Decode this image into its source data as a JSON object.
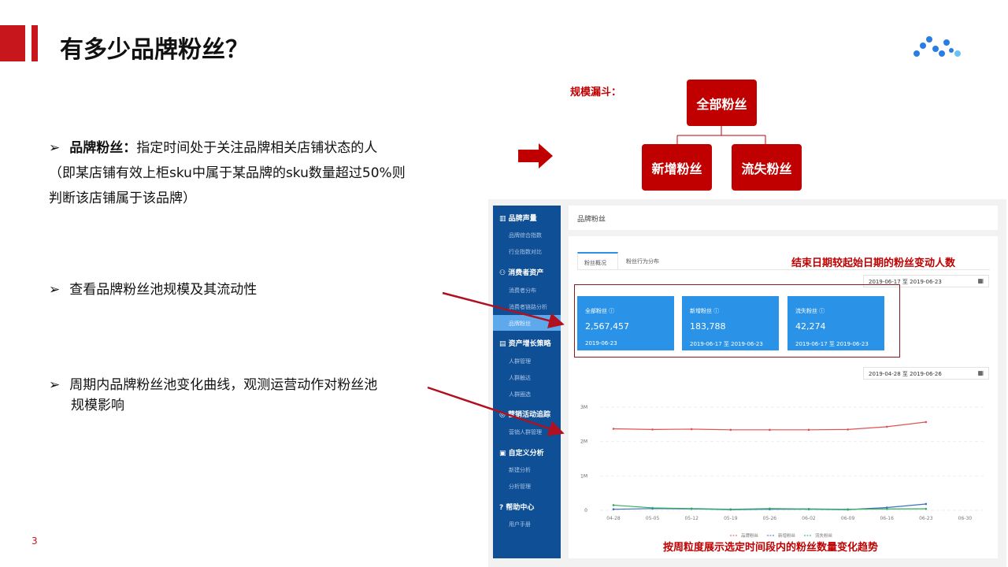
{
  "slide": {
    "title": "有多少品牌粉丝？",
    "page_number": "3",
    "bullets": [
      {
        "marker": "➢",
        "bold": "品牌粉丝：",
        "text": "指定时间处于关注品牌相关店铺状态的人",
        "cont": [
          "（即某店铺有效上柜sku中属于某品牌的sku数量超过50%则",
          "判断该店铺属于该品牌）"
        ]
      },
      {
        "marker": "➢",
        "text": "查看品牌粉丝池规模及其流动性"
      },
      {
        "marker": "➢",
        "text": "周期内品牌粉丝池变化曲线，观测运营动作对粉丝池",
        "cont": [
          "规模影响"
        ]
      }
    ],
    "funnel": {
      "label": "规模漏斗：",
      "top": "全部粉丝",
      "left": "新增粉丝",
      "right": "流失粉丝"
    },
    "notes": {
      "top": "结束日期较起始日期的粉丝变动人数",
      "bottom": "按周粒度展示选定时间段内的粉丝数量变化趋势"
    }
  },
  "app": {
    "sidebar": [
      {
        "group": "品牌声量",
        "icon": "bar-chart-icon",
        "items": [
          "品牌综合指数",
          "行业指数对比"
        ]
      },
      {
        "group": "消费者资产",
        "icon": "users-icon",
        "items": [
          "消费者分布",
          "消费者链路分析",
          "品牌粉丝"
        ]
      },
      {
        "group": "资产增长策略",
        "icon": "strategy-icon",
        "items": [
          "人群管理",
          "人群触达",
          "人群圈选"
        ]
      },
      {
        "group": "营销活动追踪",
        "icon": "target-icon",
        "items": [
          "营销人群管理"
        ]
      },
      {
        "group": "自定义分析",
        "icon": "chart-box-icon",
        "items": [
          "新建分析",
          "分析管理"
        ]
      },
      {
        "group": "帮助中心",
        "icon": "help-icon",
        "items": [
          "用户手册"
        ]
      }
    ],
    "page_title": "品牌粉丝",
    "tabs": [
      "粉丝概况",
      "粉丝行为分布"
    ],
    "date_range_1": {
      "start": "2019-06-17",
      "sep": "至",
      "end": "2019-06-23"
    },
    "date_range_2": {
      "start": "2019-04-28",
      "sep": "至",
      "end": "2019-06-26"
    },
    "cards": [
      {
        "label": "全部粉丝",
        "value": "2,567,457",
        "date": "2019-06-23"
      },
      {
        "label": "新增粉丝",
        "value": "183,788",
        "date": "2019-06-17 至 2019-06-23"
      },
      {
        "label": "流失粉丝",
        "value": "42,274",
        "date": "2019-06-17 至 2019-06-23"
      }
    ]
  },
  "chart_data": {
    "type": "line",
    "x": [
      "04-28",
      "05-05",
      "05-12",
      "05-19",
      "05-26",
      "06-02",
      "06-09",
      "06-16",
      "06-23",
      "06-30"
    ],
    "yticks": [
      "0",
      "1M",
      "2M",
      "3M"
    ],
    "ylim": [
      0,
      3000000
    ],
    "series": [
      {
        "name": "品牌粉丝",
        "color": "#e05252",
        "values": [
          2370000,
          2350000,
          2360000,
          2340000,
          2340000,
          2340000,
          2350000,
          2430000,
          2567457
        ]
      },
      {
        "name": "新增粉丝",
        "color": "#3a6fc4",
        "values": [
          30000,
          50000,
          40000,
          20000,
          30000,
          30000,
          20000,
          80000,
          183788
        ]
      },
      {
        "name": "流失粉丝",
        "color": "#2fae5a",
        "values": [
          150000,
          70000,
          50000,
          30000,
          50000,
          40000,
          30000,
          40000,
          42274
        ]
      }
    ]
  }
}
